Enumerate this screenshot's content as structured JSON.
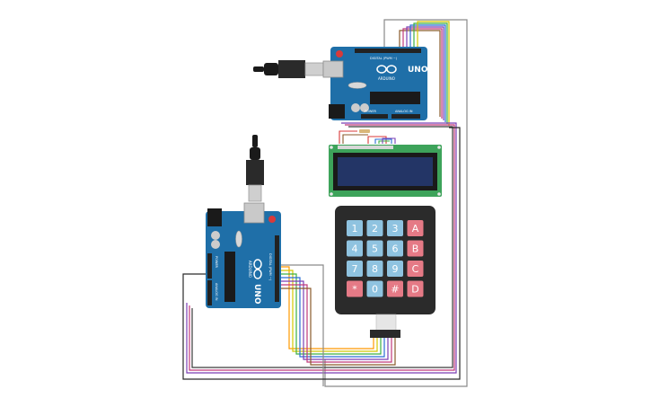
{
  "boards": {
    "top": {
      "model": "UNO",
      "brand": "ARDUINO",
      "digital_label": "DIGITAL (PWM ~)",
      "power_label": "POWER",
      "analog_label": "ANALOG IN"
    },
    "bottom": {
      "model": "UNO",
      "brand": "ARDUINO",
      "digital_label": "DIGITAL (PWM ~)",
      "power_label": "POWER",
      "analog_label": "ANALOG IN"
    }
  },
  "keypad": {
    "rows": [
      [
        "1",
        "2",
        "3",
        "A"
      ],
      [
        "4",
        "5",
        "6",
        "B"
      ],
      [
        "7",
        "8",
        "9",
        "C"
      ],
      [
        "*",
        "0",
        "#",
        "D"
      ]
    ],
    "colors": {
      "number_key": "#8fc3e0",
      "letter_key": "#e57a86",
      "body": "#2b2b2b"
    }
  },
  "lcd": {
    "type": "16x2 LCD",
    "screen_color": "#233566",
    "pcb_color": "#3da35a"
  },
  "colors": {
    "board": "#1f6fa8",
    "wire_palette": [
      "#ff9900",
      "#d4c800",
      "#3cb043",
      "#2a6dd6",
      "#7b3fb5",
      "#c0397a",
      "#8a5a2b",
      "#8a8a8a"
    ]
  }
}
